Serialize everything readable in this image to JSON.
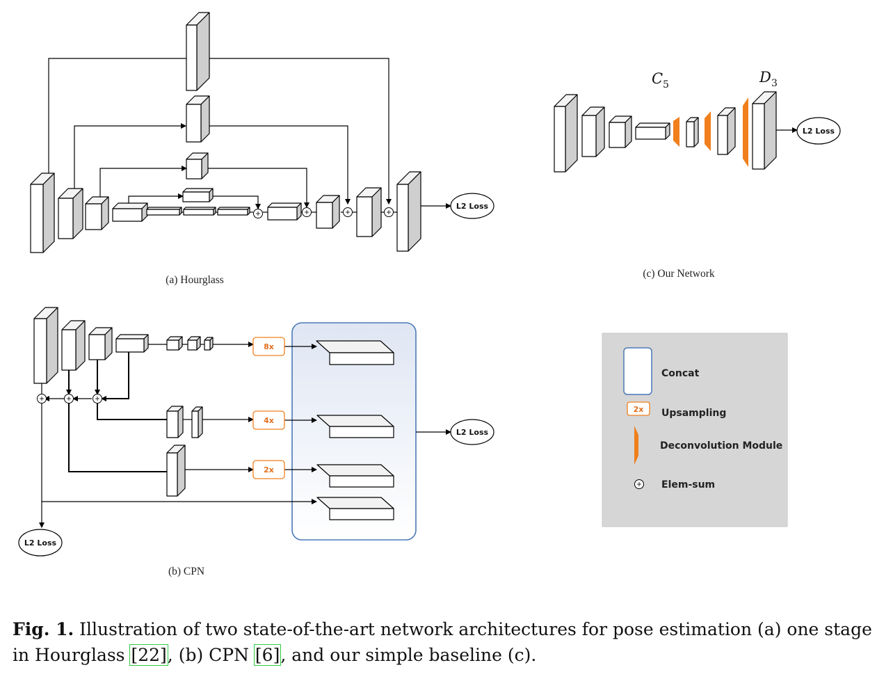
{
  "hourglass": {
    "caption": "(a) Hourglass",
    "loss_label": "L2 Loss"
  },
  "cpn": {
    "caption": "(b) CPN",
    "loss_right_label": "L2 Loss",
    "loss_left_label": "L2 Loss",
    "upsample_8x": "8x",
    "upsample_4x": "4x",
    "upsample_2x": "2x"
  },
  "ours": {
    "caption": "(c) Our Network",
    "loss_label": "L2 Loss",
    "c_symbol": "C",
    "c_sub": "5",
    "d_symbol": "D",
    "d_sub": "3"
  },
  "legend": {
    "concat": "Concat",
    "upsampling_box": "2x",
    "upsampling": "Upsampling",
    "deconv": "Deconvolution Module",
    "elemsum": "Elem-sum"
  },
  "figure_caption": {
    "label": "Fig. 1.",
    "text_1": " Illustration of two state-of-the-art network architectures for pose estimation (a) one stage in Hourglass ",
    "ref_1": "[22]",
    "text_2": ", (b) CPN ",
    "ref_2": "[6]",
    "text_3": ", and our simple baseline (c)."
  },
  "colors": {
    "accent_orange": "#f07f1c",
    "concat_border": "#4a78b8",
    "legend_bg": "#d6d6d6"
  }
}
